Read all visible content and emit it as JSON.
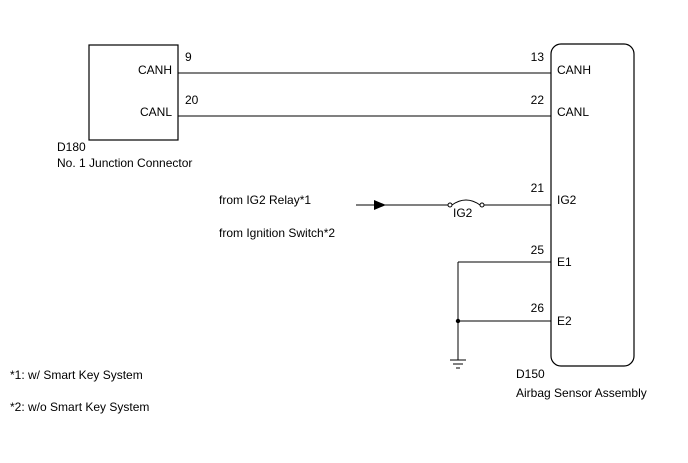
{
  "junction_connector": {
    "id": "D180",
    "name": "No. 1 Junction Connector",
    "pins": [
      {
        "label": "CANH",
        "number": "9"
      },
      {
        "label": "CANL",
        "number": "20"
      }
    ]
  },
  "airbag_sensor": {
    "id": "D150",
    "name": "Airbag Sensor Assembly",
    "pins": [
      {
        "label": "CANH",
        "number": "13"
      },
      {
        "label": "CANL",
        "number": "22"
      },
      {
        "label": "IG2",
        "number": "21"
      },
      {
        "label": "E1",
        "number": "25"
      },
      {
        "label": "E2",
        "number": "26"
      }
    ]
  },
  "power_sources": [
    "from IG2 Relay*1",
    "from Ignition Switch*2"
  ],
  "fuse": {
    "label": "IG2"
  },
  "footnotes": [
    "*1: w/ Smart Key System",
    "*2: w/o Smart Key System"
  ]
}
